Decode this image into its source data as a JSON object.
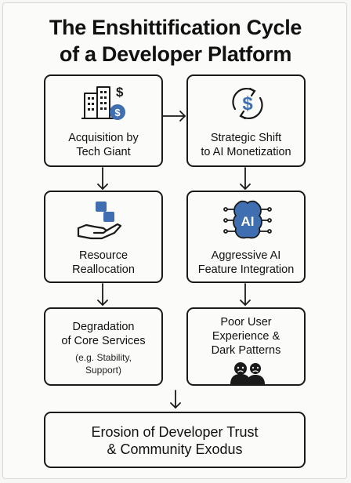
{
  "title": {
    "line1": "The Enshittification Cycle",
    "line2": "of a Developer Platform"
  },
  "nodes": {
    "acquisition": {
      "line1": "Acquisition by",
      "line2": "Tech Giant",
      "icon": "buildings-dollar-icon"
    },
    "strategic_shift": {
      "line1": "Strategic Shift",
      "line2": "to AI Monetization",
      "icon": "dollar-cycle-icon"
    },
    "resource": {
      "line1": "Resource",
      "line2": "Reallocation",
      "icon": "hand-blocks-icon"
    },
    "ai_integration": {
      "line1": "Aggressive AI",
      "line2": "Feature Integration",
      "icon": "ai-chip-icon",
      "icon_text": "AI"
    },
    "degradation": {
      "line1": "Degradation",
      "line2": "of Core Services",
      "note1": "(e.g. Stability,",
      "note2": "Support)"
    },
    "poor_ux": {
      "line1": "Poor User",
      "line2": "Experience &",
      "line3": "Dark Patterns",
      "icon": "unhappy-users-icon"
    },
    "erosion": {
      "line1": "Erosion of Developer Trust",
      "line2": "& Community Exodus"
    }
  },
  "colors": {
    "accent_blue": "#3f6fb0",
    "stroke": "#1a1a1a"
  }
}
